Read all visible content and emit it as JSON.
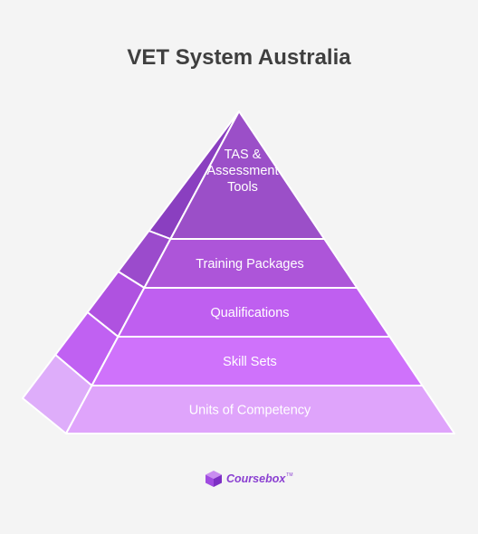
{
  "title": "VET System Australia",
  "levels": [
    {
      "label_lines": [
        "TAS &",
        "Assessment",
        "Tools"
      ],
      "color": "#9b4fc8",
      "side_color": "#8a3fc0"
    },
    {
      "label_lines": [
        "Training Packages"
      ],
      "color": "#ad55d9",
      "side_color": "#9b4bcc"
    },
    {
      "label_lines": [
        "Qualifications"
      ],
      "color": "#bf5ff0",
      "side_color": "#af52e0"
    },
    {
      "label_lines": [
        "Skill Sets"
      ],
      "color": "#cf72fb",
      "side_color": "#c061f2"
    },
    {
      "label_lines": [
        "Units of Competency"
      ],
      "color": "#dfa4fb",
      "side_color": "#deadfa"
    }
  ],
  "brand": {
    "name": "Coursebox",
    "tm": "TM",
    "logo_icon": "cube-icon"
  }
}
